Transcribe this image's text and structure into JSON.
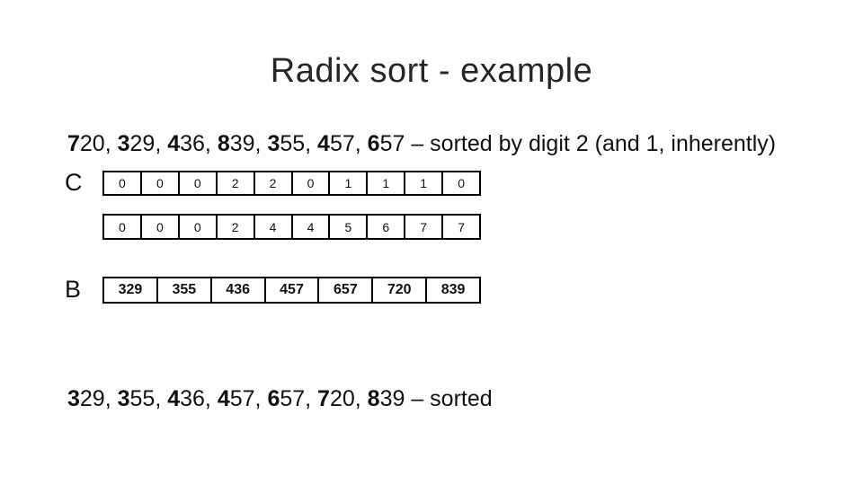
{
  "slide": {
    "title": "Radix sort - example",
    "line1": {
      "segments": [
        {
          "text": "7",
          "bold": true
        },
        {
          "text": "20, ",
          "bold": false
        },
        {
          "text": "3",
          "bold": true
        },
        {
          "text": "29, ",
          "bold": false
        },
        {
          "text": "4",
          "bold": true
        },
        {
          "text": "36, ",
          "bold": false
        },
        {
          "text": "8",
          "bold": true
        },
        {
          "text": "39, ",
          "bold": false
        },
        {
          "text": "3",
          "bold": true
        },
        {
          "text": "55, ",
          "bold": false
        },
        {
          "text": "4",
          "bold": true
        },
        {
          "text": "57, ",
          "bold": false
        },
        {
          "text": "6",
          "bold": true
        },
        {
          "text": "57 ",
          "bold": false
        },
        {
          "text": "– sorted by digit 2 (and 1, inherently)",
          "bold": false
        }
      ]
    },
    "bottom_line": {
      "segments": [
        {
          "text": "3",
          "bold": true
        },
        {
          "text": "29, ",
          "bold": false
        },
        {
          "text": "3",
          "bold": true
        },
        {
          "text": "55, ",
          "bold": false
        },
        {
          "text": "4",
          "bold": true
        },
        {
          "text": "36, ",
          "bold": false
        },
        {
          "text": "4",
          "bold": true
        },
        {
          "text": "57, ",
          "bold": false
        },
        {
          "text": "6",
          "bold": true
        },
        {
          "text": "57, ",
          "bold": false
        },
        {
          "text": "7",
          "bold": true
        },
        {
          "text": "20, ",
          "bold": false
        },
        {
          "text": "8",
          "bold": true
        },
        {
          "text": "39 ",
          "bold": false
        },
        {
          "text": "– sorted",
          "bold": false
        }
      ]
    }
  },
  "arrays": {
    "c_label": "C",
    "b_label": "B",
    "c_row1": [
      "0",
      "0",
      "0",
      "2",
      "2",
      "0",
      "1",
      "1",
      "1",
      "0"
    ],
    "c_row2": [
      "0",
      "0",
      "0",
      "2",
      "4",
      "4",
      "5",
      "6",
      "7",
      "7"
    ],
    "b_row": [
      "329",
      "355",
      "436",
      "457",
      "657",
      "720",
      "839"
    ]
  },
  "colors": {
    "background": "#ffffff",
    "text": "#111111",
    "title": "#262626",
    "cell_border": "#000000"
  }
}
